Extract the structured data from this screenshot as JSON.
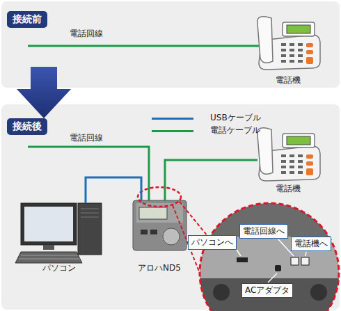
{
  "diagram": {
    "nodes": [
      {
        "text": [
          "接続前"
        ]
      },
      {
        "text": [
          "電話機"
        ]
      },
      {
        "text": [
          "接続後"
        ]
      },
      {
        "text": [
          "パソコン"
        ]
      },
      {
        "text": [
          "アロハND5"
        ]
      },
      {
        "text": [
          "電話機"
        ]
      },
      {
        "text": [
          "パソコンへ"
        ]
      },
      {
        "text": [
          "電話回線へ"
        ]
      },
      {
        "text": [
          "電話機へ"
        ]
      },
      {
        "text": [
          "ACアダプタ"
        ]
      }
    ],
    "edges": [
      {
        "from": 3,
        "to": 4,
        "arrow": "none"
      },
      {
        "from": 4,
        "to": 5,
        "arrow": "none"
      }
    ],
    "labels": [
      "電話回線",
      "電話回線"
    ],
    "legend": [
      {
        "text": "USBケーブル",
        "color": "#1f6fb6"
      },
      {
        "text": "電話ケーブル",
        "color": "#1f9a4a"
      }
    ]
  }
}
